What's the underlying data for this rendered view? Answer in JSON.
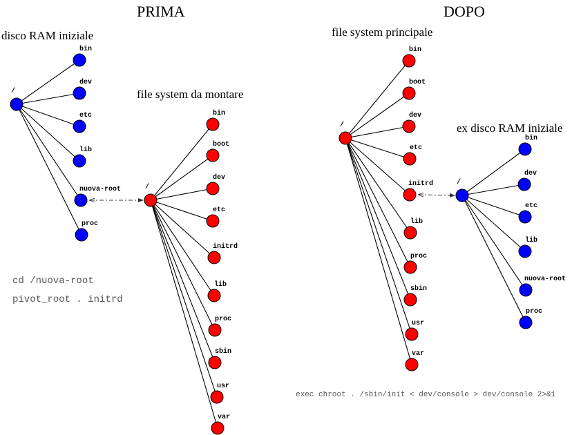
{
  "headings": {
    "before": "PRIMA",
    "after": "DOPO"
  },
  "colors": {
    "ramdisk": "#0000ff",
    "filesystem": "#ff0000"
  },
  "before": {
    "commands": [
      "cd /nuova-root",
      "pivot_root . initrd"
    ],
    "trees": [
      {
        "id": "ramdisk",
        "title": "disco RAM iniziale",
        "color": "ramdisk",
        "root_label": "/",
        "children": [
          "bin",
          "dev",
          "etc",
          "lib",
          "nuova-root",
          "proc"
        ]
      },
      {
        "id": "mount-fs",
        "title": "file system da montare",
        "color": "filesystem",
        "root_label": "/",
        "children": [
          "bin",
          "boot",
          "dev",
          "etc",
          "initrd",
          "lib",
          "proc",
          "sbin",
          "usr",
          "var"
        ]
      }
    ],
    "link": {
      "from": "ramdisk/nuova-root",
      "to": "mount-fs/"
    }
  },
  "after": {
    "commands": [
      "exec chroot . /sbin/init < dev/console > dev/console 2>&1"
    ],
    "trees": [
      {
        "id": "main-fs",
        "title": "file system principale",
        "color": "filesystem",
        "root_label": "/",
        "children": [
          "bin",
          "boot",
          "dev",
          "etc",
          "initrd",
          "lib",
          "proc",
          "sbin",
          "usr",
          "var"
        ]
      },
      {
        "id": "old-ramdisk",
        "title": "ex disco RAM iniziale",
        "color": "ramdisk",
        "root_label": "/",
        "children": [
          "bin",
          "dev",
          "etc",
          "lib",
          "nuova-root",
          "proc"
        ]
      }
    ],
    "link": {
      "from": "main-fs/initrd",
      "to": "old-ramdisk/"
    }
  }
}
